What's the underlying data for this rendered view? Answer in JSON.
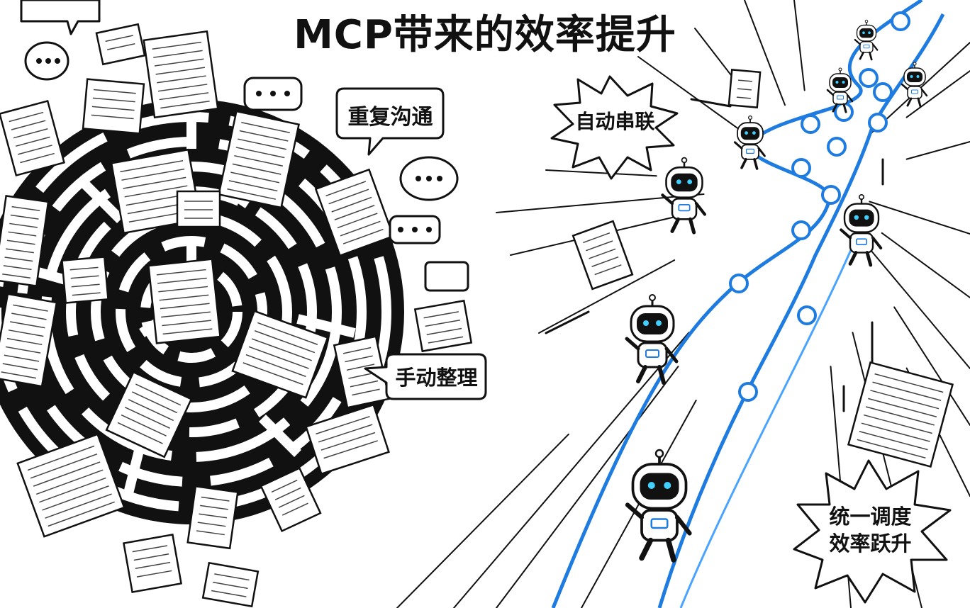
{
  "title": "MCP带来的效率提升",
  "labels": {
    "repeat_comm": "重复沟通",
    "manual_org": "手动整理",
    "auto_chain": "自动串联",
    "unified_line1": "统一调度",
    "unified_line2": "效率跃升"
  },
  "colors": {
    "ink": "#111111",
    "accent_blue": "#1e7be0",
    "paper": "#ffffff"
  }
}
